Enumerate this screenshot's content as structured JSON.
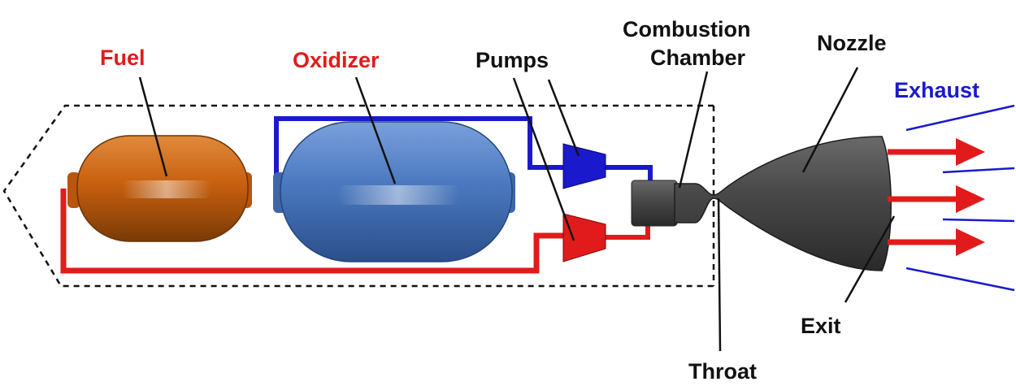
{
  "labels": {
    "fuel": "Fuel",
    "oxidizer": "Oxidizer",
    "pumps": "Pumps",
    "combustion_line1": "Combustion",
    "combustion_line2": "Chamber",
    "nozzle": "Nozzle",
    "exhaust": "Exhaust",
    "exit": "Exit",
    "throat": "Throat"
  },
  "colors": {
    "fuel_label": "#e11b1b",
    "oxidizer_label": "#e11b1b",
    "exhaust_label": "#1a1acc",
    "fuel_line": "#e11b1b",
    "oxidizer_line": "#1a1acc",
    "fuel_tank": "#c8600f",
    "oxidizer_tank": "#4a78c0",
    "engine": "#4a4a4a"
  }
}
